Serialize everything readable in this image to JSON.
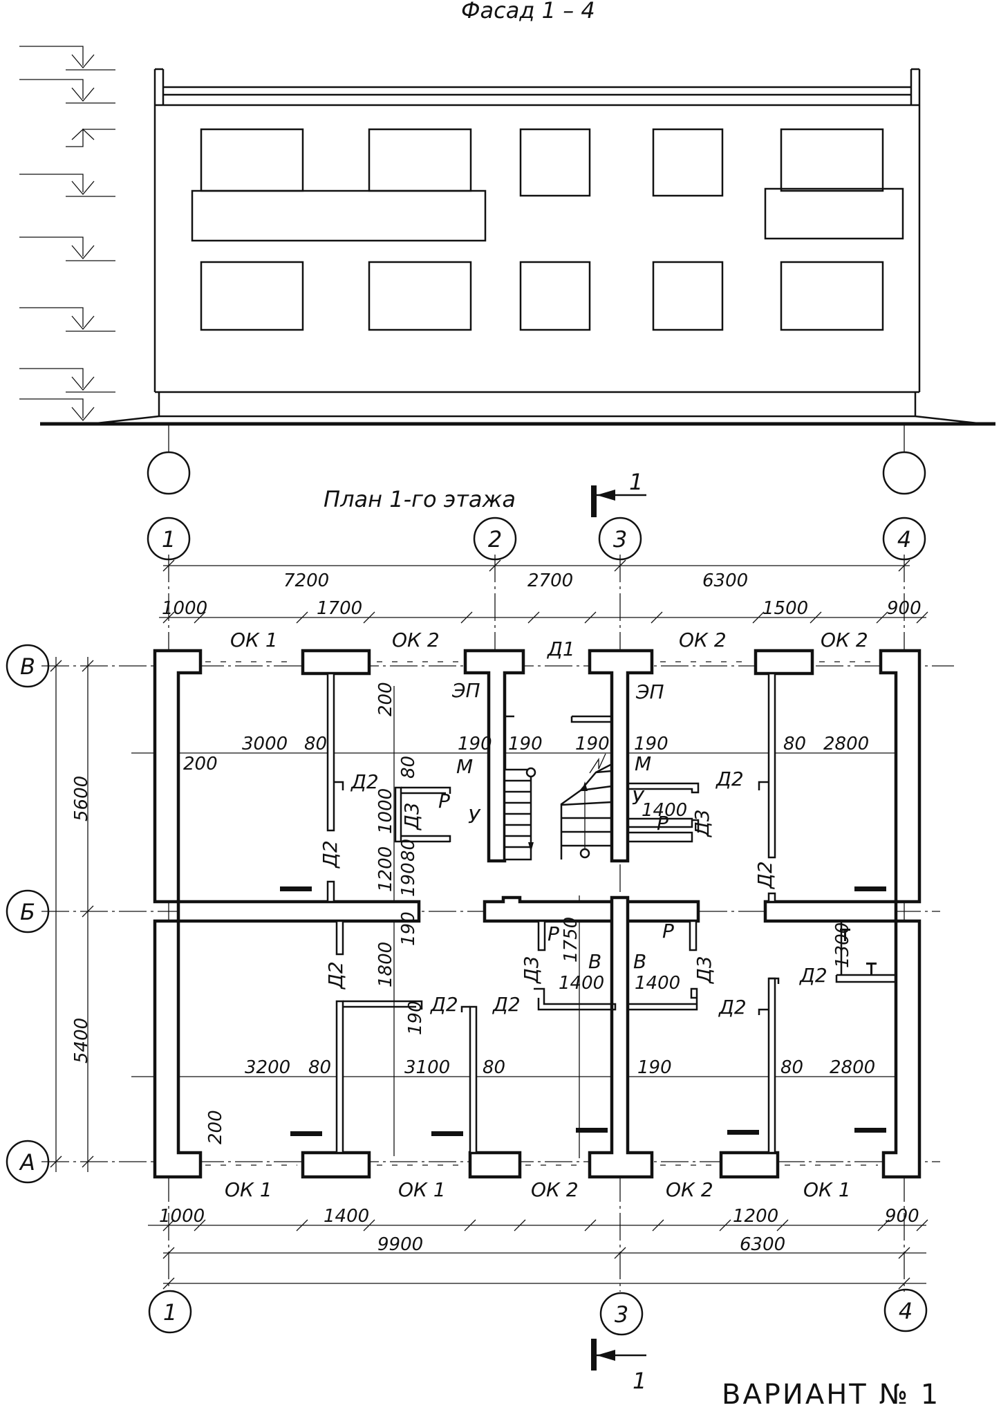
{
  "facade_title": "Фасад 1 – 4",
  "plan_title": "План 1-го этажа",
  "variant": "ВАРИАНТ № 1",
  "section_mark": "1",
  "axes": {
    "top": [
      "1",
      "2",
      "3",
      "4"
    ],
    "bottom": [
      "1",
      "3",
      "4"
    ],
    "rows": [
      "В",
      "Б",
      "А"
    ]
  },
  "dims": {
    "top_overall": [
      "7200",
      "2700",
      "6300"
    ],
    "top_detail": [
      "1000",
      "1700",
      "1500",
      "900"
    ],
    "bottom_detail": [
      "1000",
      "1400",
      "1200",
      "900"
    ],
    "bottom_overall": [
      "9900",
      "6300"
    ],
    "left": [
      "5600",
      "5400"
    ],
    "upper_row": [
      "3000",
      "80",
      "200",
      "190",
      "190",
      "190",
      "190",
      "80",
      "2800"
    ],
    "lower_row": [
      "3200",
      "80",
      "3100",
      "80",
      "190",
      "80",
      "2800"
    ],
    "misc": [
      "200",
      "80",
      "1000",
      "80",
      "1200",
      "190",
      "1800",
      "190",
      "200",
      "1750",
      "1400",
      "1400",
      "1400",
      "1300"
    ]
  },
  "windows": {
    "top": [
      "ОК 1",
      "ОК 2",
      "ОК 2",
      "ОК 2"
    ],
    "bottom": [
      "ОК 1",
      "ОК 1",
      "ОК 2",
      "ОК 2",
      "ОК 1"
    ]
  },
  "doors": {
    "d1": "Д1",
    "d2": "Д2",
    "d3": "Д3"
  },
  "room_marks": {
    "ep": "ЭП",
    "m": "М",
    "p": "Р",
    "u": "У",
    "v": "В"
  }
}
